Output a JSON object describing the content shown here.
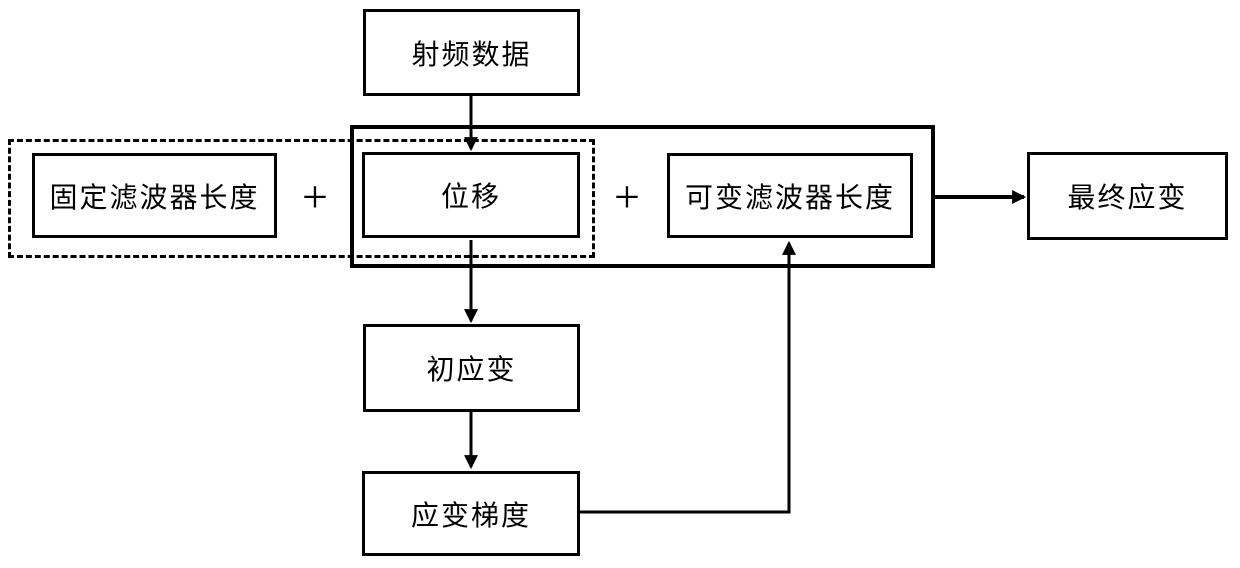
{
  "diagram": {
    "title": "strain-estimation-flowchart",
    "background_color": "#ffffff",
    "line_color": "#000000",
    "nodes": {
      "rf_data": {
        "label": "射频数据"
      },
      "fixed_filter_length": {
        "label": "固定滤波器长度"
      },
      "displacement": {
        "label": "位移"
      },
      "variable_filter_length": {
        "label": "可变滤波器长度"
      },
      "final_strain": {
        "label": "最终应变"
      },
      "initial_strain": {
        "label": "初应变"
      },
      "strain_gradient": {
        "label": "应变梯度"
      }
    },
    "operators": {
      "plus_left": "+",
      "plus_right": "+"
    },
    "edges": [
      {
        "from": "rf_data",
        "to": "displacement",
        "direction": "down"
      },
      {
        "from": "displacement",
        "to": "initial_strain",
        "direction": "down"
      },
      {
        "from": "initial_strain",
        "to": "strain_gradient",
        "direction": "down"
      },
      {
        "from": "solid_group",
        "to": "final_strain",
        "direction": "right"
      },
      {
        "from": "strain_gradient",
        "to": "variable_filter_length",
        "direction": "right-then-up"
      }
    ]
  }
}
